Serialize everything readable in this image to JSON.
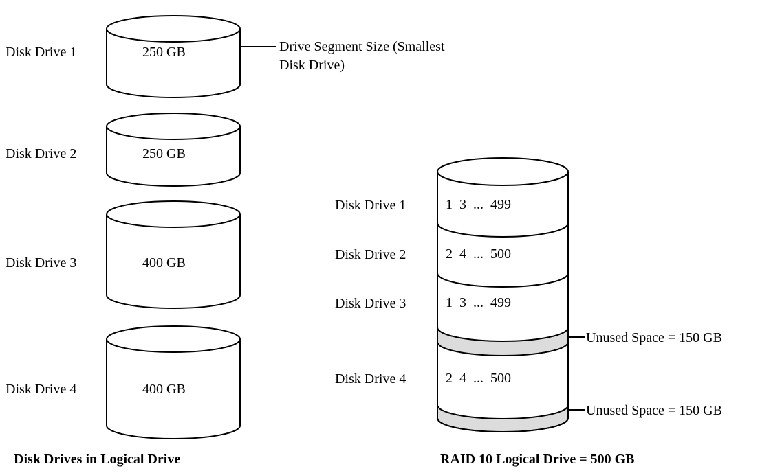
{
  "left": {
    "drives": [
      {
        "name": "Disk Drive 1",
        "size": "250 GB"
      },
      {
        "name": "Disk Drive 2",
        "size": "250 GB"
      },
      {
        "name": "Disk Drive 3",
        "size": "400 GB"
      },
      {
        "name": "Disk Drive 4",
        "size": "400 GB"
      }
    ],
    "annotation_line1": "Drive Segment Size (Smallest",
    "annotation_line2": "Disk Drive)",
    "caption": "Disk Drives in Logical Drive"
  },
  "right": {
    "drives": [
      {
        "name": "Disk Drive 1",
        "seq": "1  3  ...  499"
      },
      {
        "name": "Disk Drive 2",
        "seq": "2  4  ...  500"
      },
      {
        "name": "Disk Drive 3",
        "seq": "1  3  ...  499"
      },
      {
        "name": "Disk Drive 4",
        "seq": "2  4  ...  500"
      }
    ],
    "unused_label_1": "Unused Space = 150 GB",
    "unused_label_2": "Unused Space = 150 GB",
    "caption": "RAID 10 Logical Drive = 500 GB"
  },
  "colors": {
    "unused_fill": "#dcdcdc",
    "stroke": "#000000"
  }
}
